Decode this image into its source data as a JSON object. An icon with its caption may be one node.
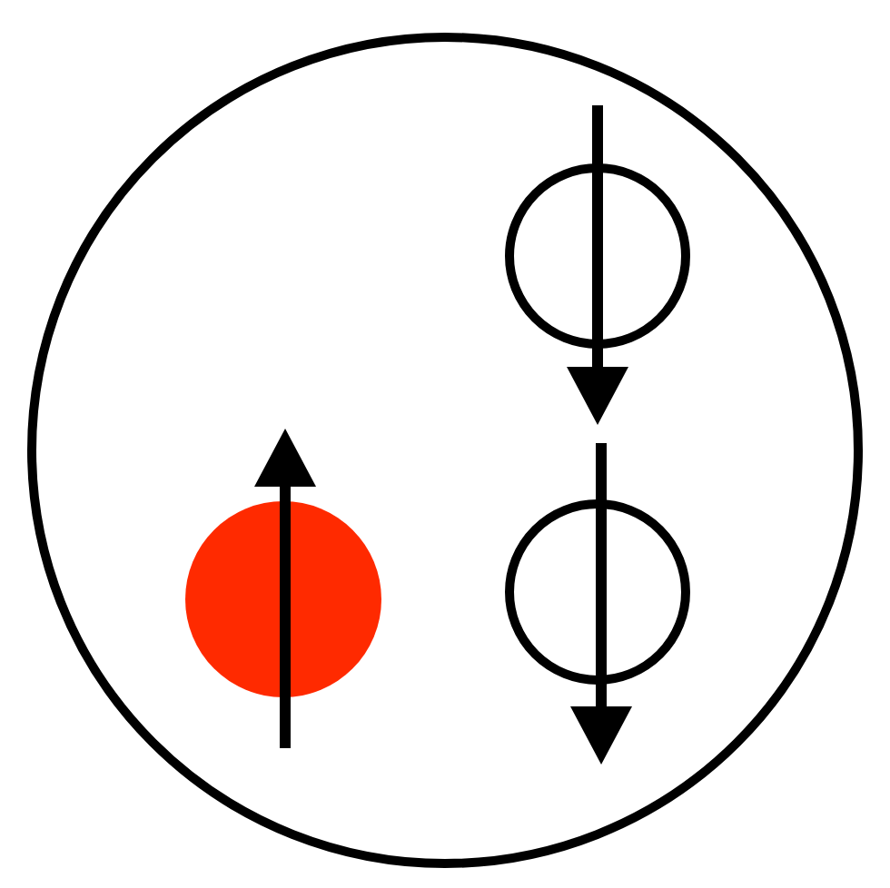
{
  "diagram": {
    "nodes": [
      {
        "text": [],
        "shape": "circle"
      },
      {
        "text": [],
        "shape": "circle",
        "in": 0
      },
      {
        "text": [],
        "shape": "circle",
        "in": 0
      },
      {
        "text": [],
        "shape": "circle",
        "in": 0
      }
    ]
  }
}
